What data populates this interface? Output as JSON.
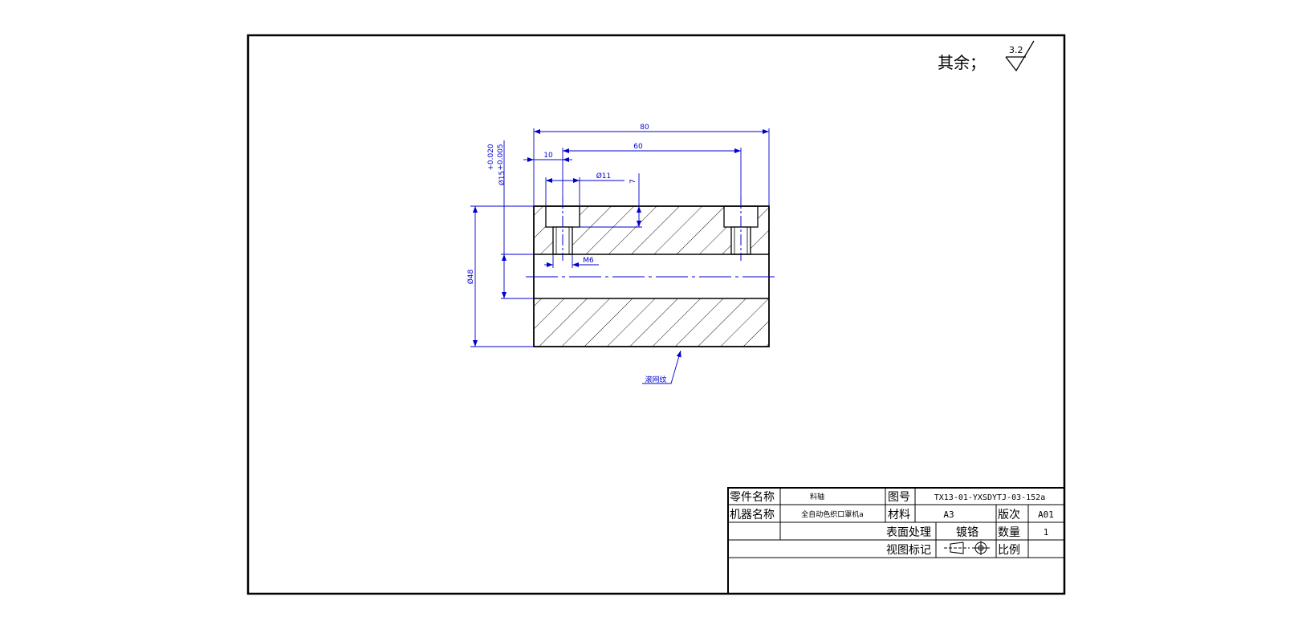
{
  "drawing": {
    "surface_note": "其余；",
    "roughness_value": "3.2",
    "leader_label": "滚网纹",
    "dimensions": {
      "overall_length": "80",
      "hole_spacing": "60",
      "hole_offset": "10",
      "counterbore_dia": "Ø11",
      "counterbore_depth": "7",
      "bore_dia": "Ø15",
      "bore_tol_upper": "+0.020",
      "bore_tol_lower": "+0.005",
      "outer_dia": "Ø48",
      "thread": "M6"
    },
    "colors": {
      "outline": "#000000",
      "dimension": "#0000cc"
    }
  },
  "title_block": {
    "part_name_label": "零件名称",
    "part_name_value": "料轴",
    "drawing_no_label": "图号",
    "drawing_no_value": "TX13-01-YXSDYTJ-03-152a",
    "machine_name_label": "机器名称",
    "machine_name_value": "全自动色织口罩机a",
    "material_label": "材料",
    "material_value": "A3",
    "revision_label": "版次",
    "revision_value": "A01",
    "surface_treatment_label": "表面处理",
    "surface_treatment_value": "镀铬",
    "quantity_label": "数量",
    "quantity_value": "1",
    "view_mark_label": "视图标记",
    "scale_label": "比例",
    "scale_value": ""
  }
}
